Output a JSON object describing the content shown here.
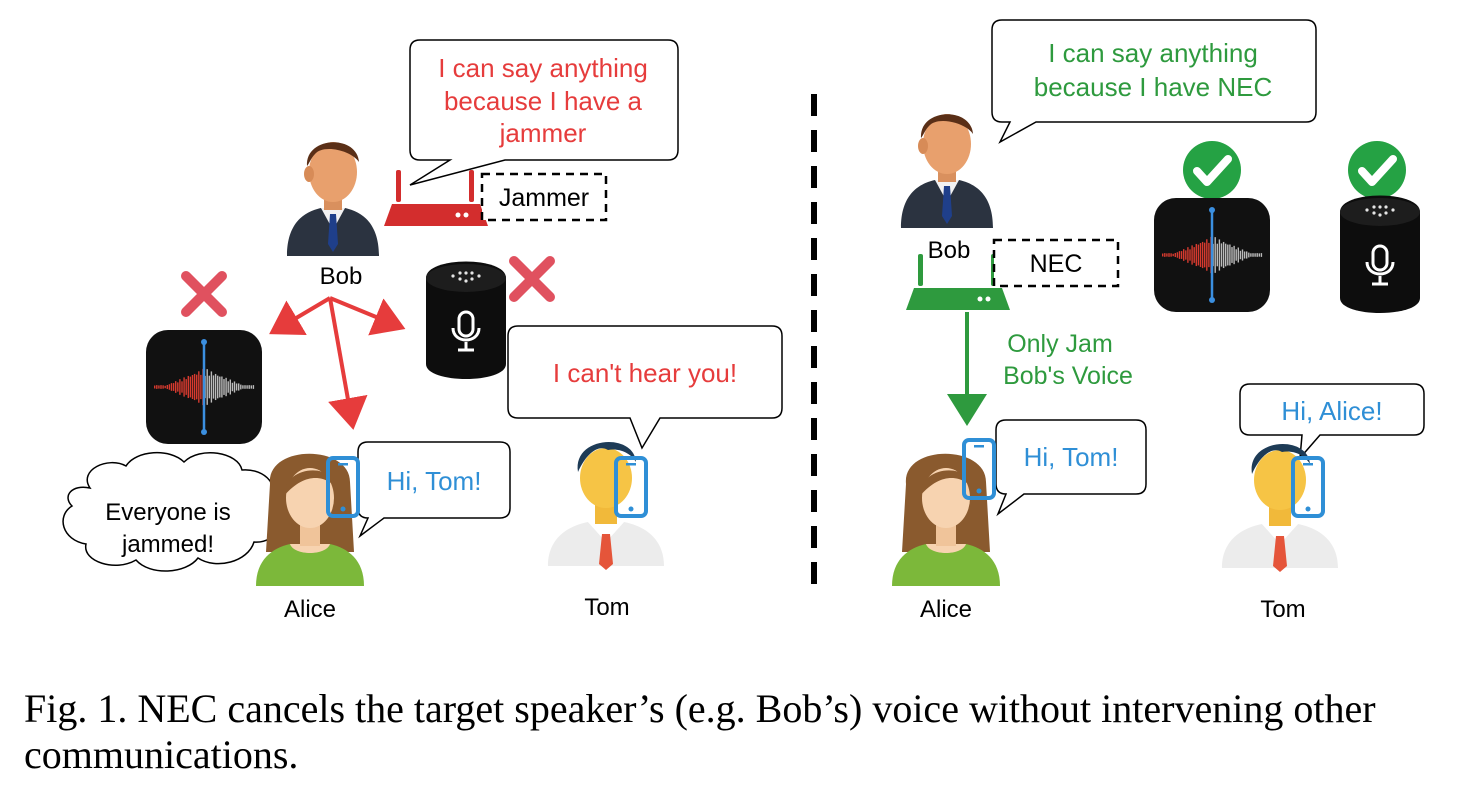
{
  "left": {
    "bob_bubble": [
      "I can say anything",
      "because I have a",
      "jammer"
    ],
    "jammer_label": "Jammer",
    "bob_name": "Bob",
    "tom_bubble": "I can't hear you!",
    "alice_bubble": "Hi, Tom!",
    "alice_thought": [
      "Everyone is",
      "jammed!"
    ],
    "alice_name": "Alice",
    "tom_name": "Tom"
  },
  "right": {
    "bob_bubble": [
      "I can say anything",
      "because I have NEC"
    ],
    "bob_name": "Bob",
    "nec_label": "NEC",
    "jam_note": [
      "Only Jam",
      "Bob's Voice"
    ],
    "alice_bubble": "Hi, Tom!",
    "tom_bubble": "Hi, Alice!",
    "alice_name": "Alice",
    "tom_name": "Tom"
  },
  "caption": "Fig. 1.  NEC cancels the target speaker’s (e.g. Bob’s) voice without intervening other communications.",
  "colors": {
    "jammer_red": "#e63c3c",
    "nec_green": "#2e9a3e",
    "reply_blue": "#2f8fd6",
    "check_green": "#25a244",
    "cross_red": "#e0515f"
  },
  "icons": {
    "person": "businessman-icon",
    "woman": "woman-icon",
    "router": "router-icon",
    "voice_app": "voice-memo-icon",
    "smart_speaker": "smart-speaker-icon",
    "phone": "smartphone-icon",
    "check": "check-circle-icon",
    "cross": "cross-icon"
  }
}
